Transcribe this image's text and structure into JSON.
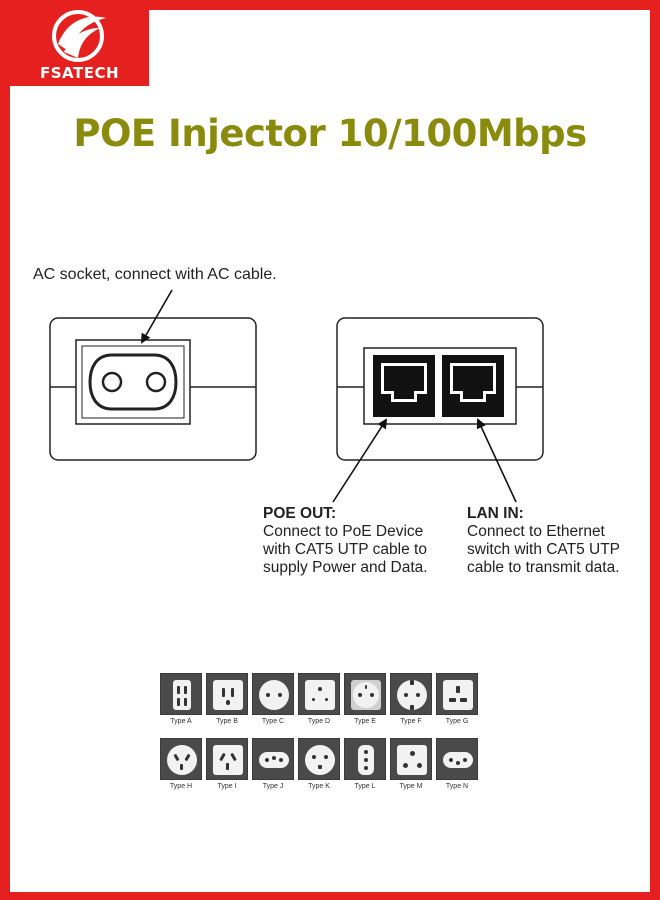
{
  "brand": {
    "name": "FSATECH",
    "color": "#e5201f"
  },
  "title": "POE Injector 10/100Mbps",
  "title_color": "#8a8a0c",
  "ac_note": "AC socket, connect with AC cable.",
  "poe_out": {
    "heading": "POE OUT:",
    "lines": [
      "Connect to PoE Device",
      "with CAT5 UTP cable to",
      "supply Power and Data."
    ]
  },
  "lan_in": {
    "heading": "LAN IN:",
    "lines": [
      "Connect to Ethernet",
      "switch with CAT5 UTP",
      "cable to transmit data."
    ]
  },
  "plug_types": {
    "row1": [
      "Type A",
      "Type B",
      "Type C",
      "Type D",
      "Type E",
      "Type F",
      "Type G"
    ],
    "row2": [
      "Type H",
      "Type I",
      "Type J",
      "Type K",
      "Type L",
      "Type M",
      "Type N"
    ]
  }
}
